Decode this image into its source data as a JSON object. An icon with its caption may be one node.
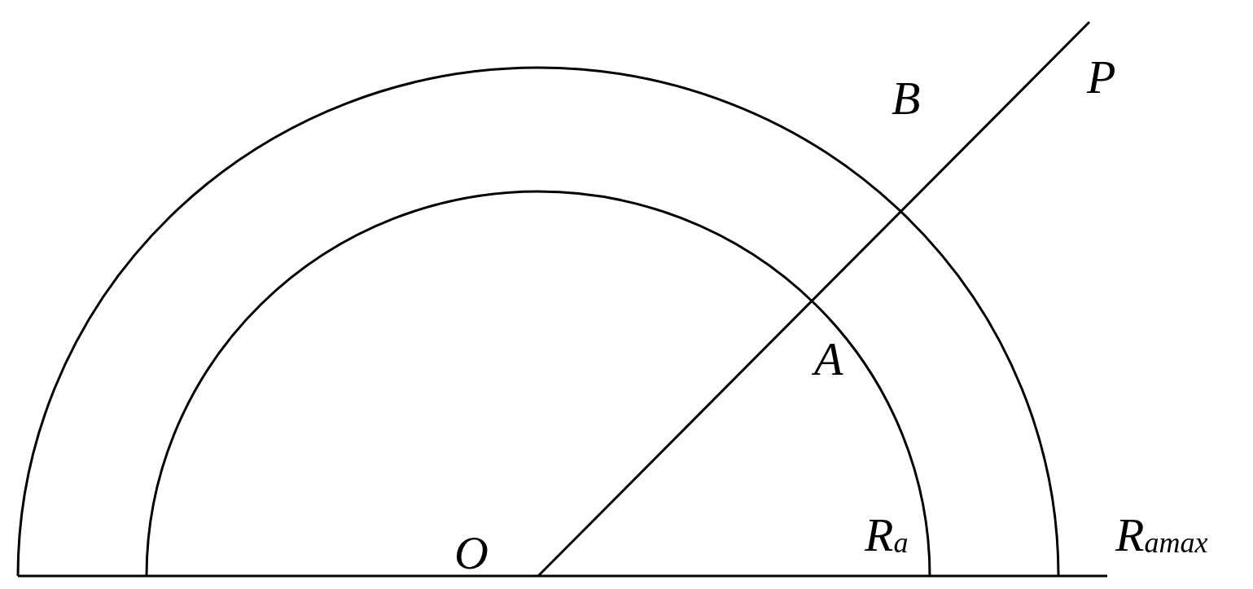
{
  "diagram": {
    "labels": [
      "B",
      "P",
      "A",
      "O",
      "R$_{a}$",
      "R$_{amax}$"
    ]
  }
}
